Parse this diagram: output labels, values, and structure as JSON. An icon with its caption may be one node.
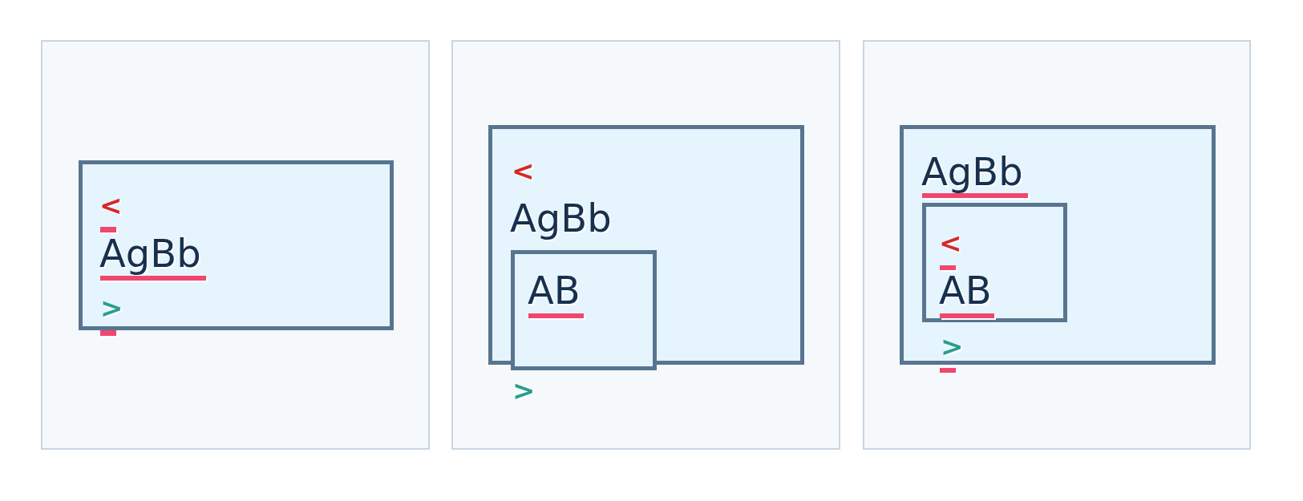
{
  "diagram": {
    "nodes": [
      {
        "text": [],
        "shape": "box"
      },
      {
        "text": [
          "AgBb"
        ],
        "in": 0
      },
      {
        "text": [],
        "shape": "box"
      },
      {
        "text": [
          "AgBb"
        ],
        "in": 2
      },
      {
        "text": [
          "AB"
        ],
        "in": 3
      },
      {
        "text": [],
        "shape": "box"
      },
      {
        "text": [
          "AgBb"
        ],
        "in": 5
      },
      {
        "text": [
          "AB"
        ],
        "in": 6
      }
    ],
    "labels": [
      "<",
      ">",
      "<",
      ">",
      "<",
      ">"
    ]
  }
}
